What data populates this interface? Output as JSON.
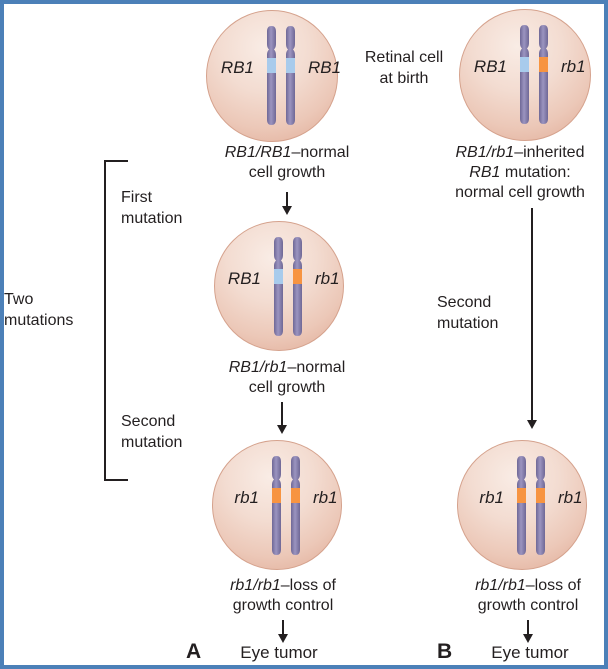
{
  "figure": {
    "panel_a_letter": "A",
    "panel_b_letter": "B"
  },
  "colors": {
    "frame_blue": "#4c80b8",
    "chromosome_purple": "#837ca8",
    "band_normal_blue": "#a8cbec",
    "band_mutant_orange": "#f79441",
    "cell_fill_edge": "#e2b09c",
    "text": "#231f20"
  },
  "annotations": {
    "retinal_cell": "Retinal cell\nat birth",
    "two_mutations": "Two\nmutations",
    "first_mutation": "First\nmutation",
    "second_mutation_left": "Second\nmutation",
    "second_mutation_right": "Second\nmutation",
    "eye_tumor_a": "Eye tumor",
    "eye_tumor_b": "Eye tumor"
  },
  "cells": {
    "a1": {
      "left_allele": "RB1",
      "right_allele": "RB1",
      "left_band": "#a8cbec",
      "right_band": "#a8cbec"
    },
    "b1": {
      "left_allele": "RB1",
      "right_allele": "rb1",
      "left_band": "#a8cbec",
      "right_band": "#f79441"
    },
    "a2": {
      "left_allele": "RB1",
      "right_allele": "rb1",
      "left_band": "#a8cbec",
      "right_band": "#f79441"
    },
    "a3": {
      "left_allele": "rb1",
      "right_allele": "rb1",
      "left_band": "#f79441",
      "right_band": "#f79441"
    },
    "b3": {
      "left_allele": "rb1",
      "right_allele": "rb1",
      "left_band": "#f79441",
      "right_band": "#f79441"
    }
  },
  "captions": {
    "a1": {
      "l1_gene": "RB1/RB1",
      "l1_rest": "–normal",
      "l2": "cell growth"
    },
    "a2": {
      "l1_gene": "RB1/rb1",
      "l1_rest": "–normal",
      "l2": "cell growth"
    },
    "a3": {
      "l1_gene": "rb1/rb1",
      "l1_rest": "–loss of",
      "l2": "growth control"
    },
    "b1": {
      "l1_gene": "RB1/rb1",
      "l1_rest": "–inherited",
      "l2_gene": "RB1",
      "l2_rest": " mutation:",
      "l3": "normal cell growth"
    },
    "b3": {
      "l1_gene": "rb1/rb1",
      "l1_rest": "–loss of",
      "l2": "growth control"
    }
  }
}
